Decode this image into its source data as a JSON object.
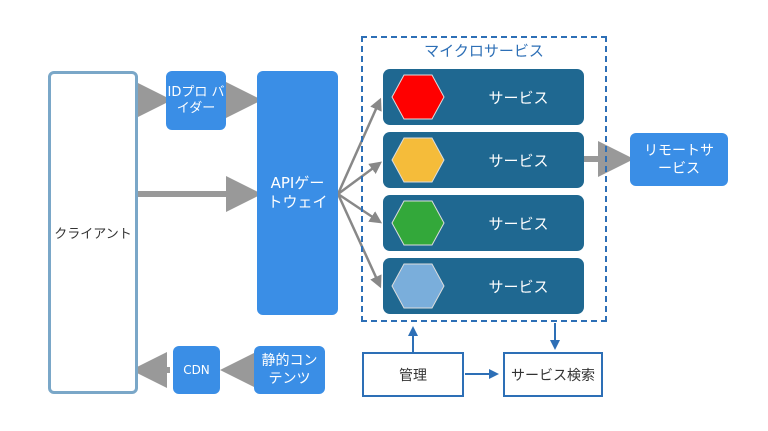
{
  "nodes": {
    "client": "クライアント",
    "id_provider": "IDプロ バイダー",
    "api_gateway": "APIゲー トウェイ",
    "microservices_title": "マイクロサービス",
    "services": [
      {
        "label": "サービス",
        "color": "#ff0000"
      },
      {
        "label": "サービス",
        "color": "#f5bc3a"
      },
      {
        "label": "サービス",
        "color": "#33a83a"
      },
      {
        "label": "サービス",
        "color": "#7aaedb"
      }
    ],
    "remote_service": "リモートサ ービス",
    "cdn": "CDN",
    "static_content": "静的コン テンツ",
    "management": "管理",
    "service_discovery": "サービス検索"
  },
  "colors": {
    "accent_blue": "#3a8ee6",
    "service_bg": "#1f6891",
    "frame_blue": "#2d6fb6",
    "arrow_gray": "#999999"
  }
}
